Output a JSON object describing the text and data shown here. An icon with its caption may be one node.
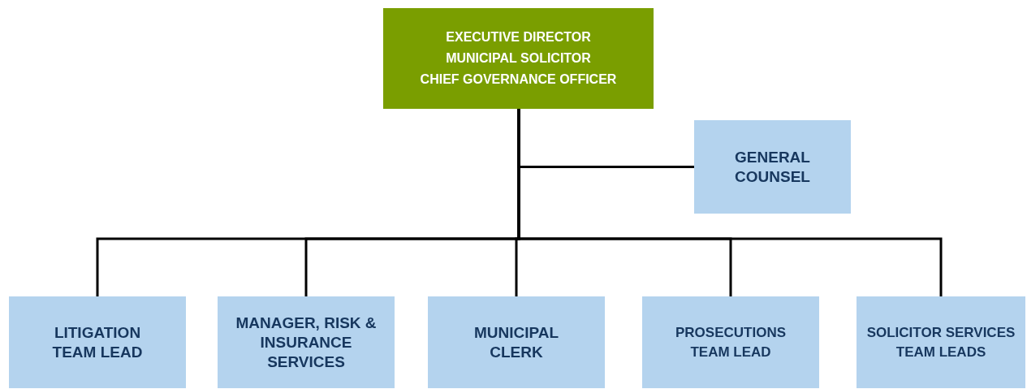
{
  "diagram": {
    "nodes": [
      {
        "text": [
          "EXECUTIVE DIRECTOR",
          "MUNICIPAL SOLICITOR",
          "CHIEF GOVERNANCE OFFICER"
        ]
      },
      {
        "text": [
          "GENERAL COUNSEL"
        ]
      },
      {
        "text": [
          "LITIGATION TEAM LEAD"
        ]
      },
      {
        "text": [
          "MANAGER, RISK & INSURANCE SERVICES"
        ]
      },
      {
        "text": [
          "MUNICIPAL CLERK"
        ]
      },
      {
        "text": [
          "PROSECUTIONS TEAM LEAD"
        ]
      },
      {
        "text": [
          "SOLICITOR SERVICES TEAM LEADS"
        ]
      }
    ],
    "edges": [
      {
        "from": 0,
        "to": 1,
        "arrow": "none"
      },
      {
        "from": 0,
        "to": 2,
        "arrow": "none"
      },
      {
        "from": 0,
        "to": 3,
        "arrow": "none"
      },
      {
        "from": 0,
        "to": 4,
        "arrow": "none"
      },
      {
        "from": 0,
        "to": 5,
        "arrow": "none"
      },
      {
        "from": 0,
        "to": 6,
        "arrow": "none"
      }
    ]
  }
}
